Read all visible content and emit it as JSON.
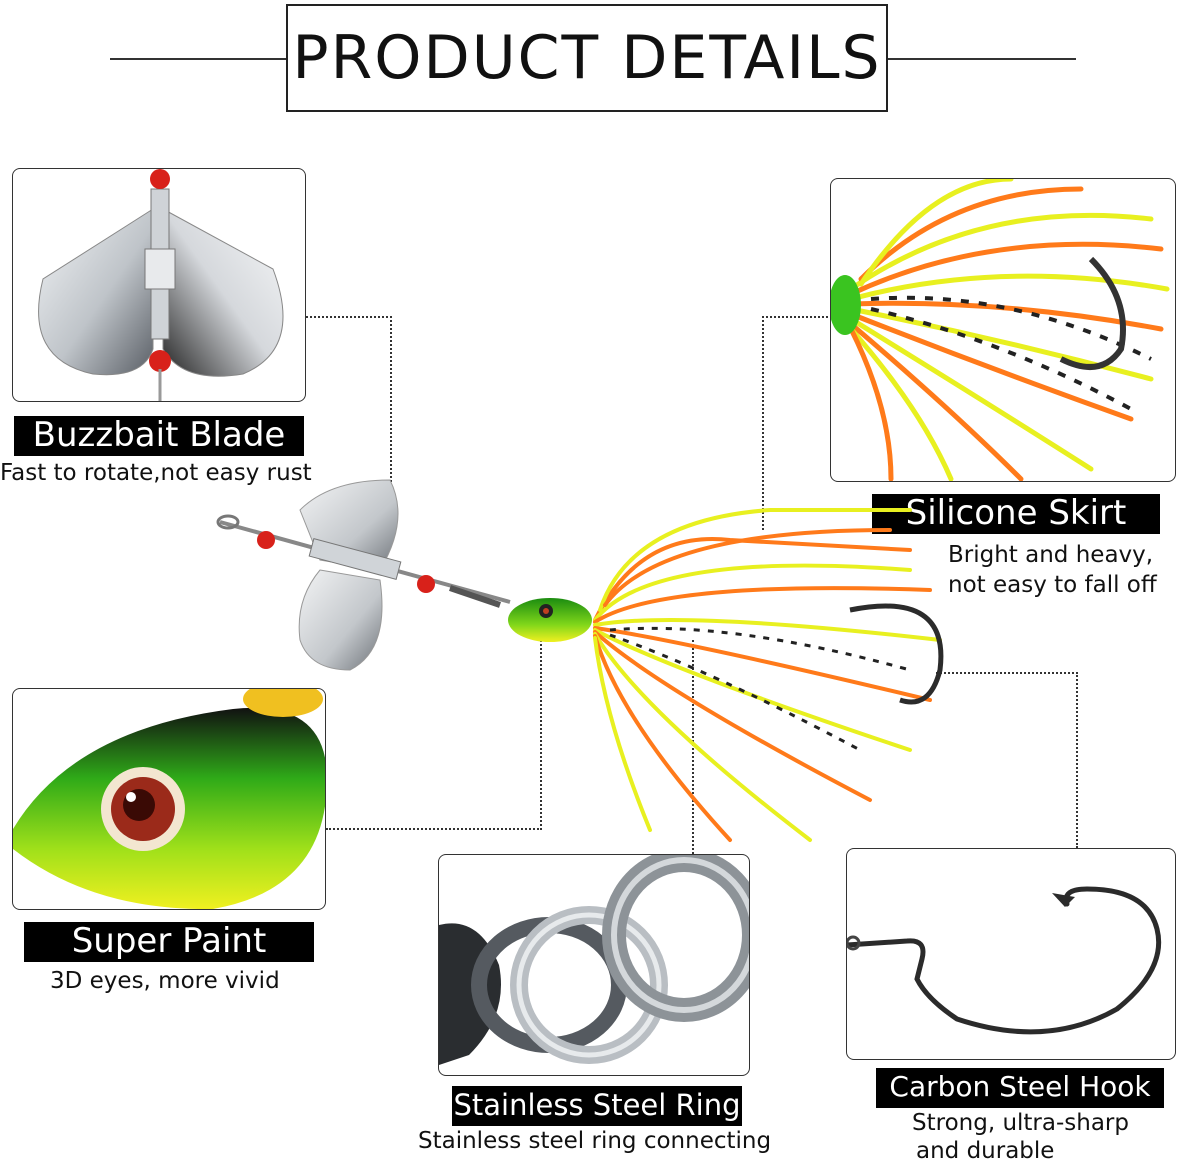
{
  "header": {
    "title": "PRODUCT DETAILS"
  },
  "features": {
    "buzzbait": {
      "label": "Buzzbait Blade",
      "desc": "Fast to rotate,not easy rust"
    },
    "skirt": {
      "label": "Silicone Skirt",
      "desc_line1": "Bright and heavy,",
      "desc_line2": "not easy to fall off"
    },
    "paint": {
      "label": "Super Paint",
      "desc": "3D eyes, more vivid"
    },
    "ring": {
      "label": "Stainless Steel Ring",
      "desc": "Stainless steel ring connecting"
    },
    "hook": {
      "label": "Carbon Steel Hook",
      "desc_line1": "Strong, ultra-sharp",
      "desc_line2": "and durable"
    }
  },
  "colors": {
    "skirt_yellow": "#e8f020",
    "skirt_orange": "#ff7a1a",
    "head_green": "#3ac420",
    "bead_red": "#d8211a",
    "metal": "#c8ccd0"
  }
}
